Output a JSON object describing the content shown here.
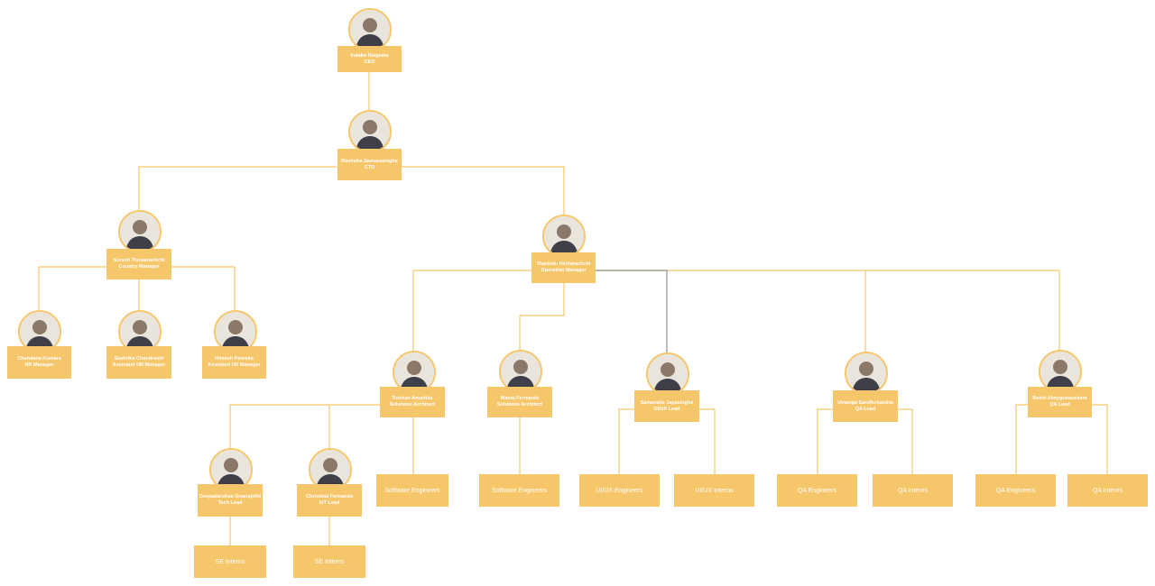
{
  "colors": {
    "box": "#F6C66A",
    "line": "#F6C66A",
    "line_dark": "#8f8f8f",
    "text": "#ffffff"
  },
  "people": [
    {
      "id": "ceo",
      "name": "Indako Raigama",
      "role": "CEO",
      "icon": "person-avatar-icon"
    },
    {
      "id": "cto",
      "name": "Ravindra Samarasinghe",
      "role": "CTO",
      "icon": "person-avatar-icon"
    },
    {
      "id": "country",
      "name": "Suresh Tissaarachchi",
      "role": "Country Manager",
      "icon": "person-avatar-icon"
    },
    {
      "id": "ops",
      "name": "Tharindu Hettiarachchi",
      "role": "Operation Manager",
      "icon": "person-avatar-icon"
    },
    {
      "id": "hr1",
      "name": "Chandana Kumara",
      "role": "HR Manager",
      "icon": "person-avatar-icon"
    },
    {
      "id": "hr2",
      "name": "Sashrika Chandrasiri",
      "role": "Assistant HR Manager",
      "icon": "person-avatar-icon"
    },
    {
      "id": "hr3",
      "name": "Himesh Pereeka",
      "role": "Assistant HR Manager",
      "icon": "person-avatar-icon"
    },
    {
      "id": "sa1",
      "name": "Roshan Anushka",
      "role": "Solutions Architect",
      "icon": "person-avatar-icon"
    },
    {
      "id": "sa2",
      "name": "Manoj Fernando",
      "role": "Solutions Architect",
      "icon": "person-avatar-icon"
    },
    {
      "id": "ux",
      "name": "Samanalie Jayasinghe",
      "role": "UI/UX Lead",
      "icon": "person-avatar-icon"
    },
    {
      "id": "qa1",
      "name": "Umanga Sandhchandra",
      "role": "QA Lead",
      "icon": "person-avatar-icon"
    },
    {
      "id": "qa2",
      "name": "Rashi Abeygunasekara",
      "role": "QA Lead",
      "icon": "person-avatar-icon"
    },
    {
      "id": "tech",
      "name": "Deepadarshan Gnanajothi",
      "role": "Tech Lead",
      "icon": "person-avatar-icon"
    },
    {
      "id": "iot",
      "name": "Christmal Fernando",
      "role": "IoT Lead",
      "icon": "person-avatar-icon"
    }
  ],
  "teams": [
    {
      "id": "se1",
      "label": "Software Engineers"
    },
    {
      "id": "se2",
      "label": "Software Engineers"
    },
    {
      "id": "uxe",
      "label": "UI/UX Engineers"
    },
    {
      "id": "uxi",
      "label": "UI/UX Interns"
    },
    {
      "id": "qae1",
      "label": "QA Engineers"
    },
    {
      "id": "qai1",
      "label": "QA Interns"
    },
    {
      "id": "qae2",
      "label": "QA Engineers"
    },
    {
      "id": "qai2",
      "label": "QA Interns"
    },
    {
      "id": "seint1",
      "label": "SE Interns"
    },
    {
      "id": "seint2",
      "label": "SE Interns"
    }
  ]
}
